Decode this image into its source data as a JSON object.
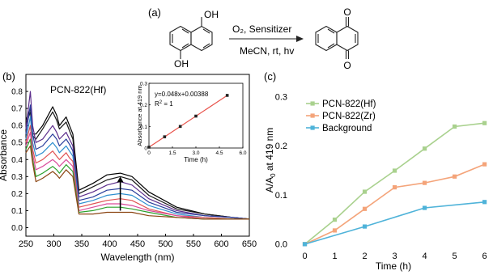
{
  "scheme": {
    "panel_label": "(a)",
    "reactant_oh_top": "OH",
    "reactant_oh_bottom": "OH",
    "product_o_top": "O",
    "product_o_bottom": "O",
    "arrow_above": "O₂, Sensitizer",
    "arrow_below": "MeCN, rt, hv"
  },
  "colors": {
    "hf": "#a9d18e",
    "zr": "#f4a47a",
    "background": "#4fb3d9",
    "fit_line": "#e8524a",
    "fit_marker": "#222222"
  },
  "chart_data": [
    {
      "panel_label": "(b)",
      "type": "line",
      "title": "PCN-822(Hf)",
      "xlabel": "Wavelength (nm)",
      "ylabel": "Absorbance",
      "xlim": [
        250,
        650
      ],
      "ylim": [
        -0.05,
        0.9
      ],
      "xticks": [
        "250",
        "300",
        "350",
        "400",
        "450",
        "500",
        "550",
        "600",
        "650"
      ],
      "yticks": [
        "0.0",
        "0.1",
        "0.2",
        "0.3",
        "0.4",
        "0.5",
        "0.6",
        "0.7",
        "0.8"
      ],
      "grid": false,
      "arrow_annotation": {
        "x": 419,
        "y_from": 0.1,
        "y_to": 0.3
      },
      "series_colors": [
        "#000000",
        "#1a1a1a",
        "#5d2e8c",
        "#2a3f9c",
        "#2e8fcf",
        "#e05454",
        "#d94a9a",
        "#2ca02c",
        "#8b4513"
      ],
      "series": [
        {
          "x": [
            250,
            258,
            262,
            268,
            280,
            298,
            305,
            310,
            322,
            328,
            334,
            345,
            370,
            395,
            419,
            440,
            470,
            520,
            570,
            620,
            650
          ],
          "y": [
            0.63,
            0.7,
            0.55,
            0.55,
            0.6,
            0.71,
            0.66,
            0.6,
            0.65,
            0.6,
            0.55,
            0.22,
            0.26,
            0.31,
            0.32,
            0.3,
            0.21,
            0.12,
            0.08,
            0.06,
            0.05
          ]
        },
        {
          "x": [
            250,
            258,
            262,
            268,
            280,
            298,
            305,
            310,
            322,
            328,
            334,
            345,
            370,
            395,
            419,
            440,
            470,
            520,
            570,
            620,
            650
          ],
          "y": [
            0.6,
            0.68,
            0.54,
            0.52,
            0.58,
            0.68,
            0.63,
            0.58,
            0.62,
            0.57,
            0.52,
            0.2,
            0.24,
            0.28,
            0.3,
            0.28,
            0.19,
            0.11,
            0.08,
            0.06,
            0.05
          ]
        },
        {
          "x": [
            250,
            258,
            262,
            268,
            280,
            298,
            305,
            310,
            322,
            328,
            334,
            345,
            370,
            395,
            419,
            440,
            470,
            520,
            570,
            620,
            650
          ],
          "y": [
            0.58,
            0.8,
            0.6,
            0.5,
            0.52,
            0.6,
            0.56,
            0.52,
            0.56,
            0.52,
            0.48,
            0.18,
            0.21,
            0.25,
            0.27,
            0.25,
            0.17,
            0.1,
            0.07,
            0.06,
            0.05
          ]
        },
        {
          "x": [
            250,
            258,
            262,
            268,
            280,
            298,
            305,
            310,
            322,
            328,
            334,
            345,
            370,
            395,
            419,
            440,
            470,
            520,
            570,
            620,
            650
          ],
          "y": [
            0.55,
            0.72,
            0.55,
            0.46,
            0.48,
            0.55,
            0.52,
            0.48,
            0.52,
            0.49,
            0.45,
            0.16,
            0.18,
            0.22,
            0.23,
            0.22,
            0.15,
            0.09,
            0.07,
            0.06,
            0.05
          ]
        },
        {
          "x": [
            250,
            258,
            262,
            268,
            280,
            298,
            305,
            310,
            322,
            328,
            334,
            345,
            370,
            395,
            419,
            440,
            470,
            520,
            570,
            620,
            650
          ],
          "y": [
            0.52,
            0.65,
            0.5,
            0.42,
            0.44,
            0.5,
            0.47,
            0.44,
            0.48,
            0.45,
            0.42,
            0.14,
            0.16,
            0.19,
            0.2,
            0.19,
            0.13,
            0.08,
            0.06,
            0.05,
            0.05
          ]
        },
        {
          "x": [
            250,
            258,
            262,
            268,
            280,
            298,
            305,
            310,
            322,
            328,
            334,
            345,
            370,
            395,
            419,
            440,
            470,
            520,
            570,
            620,
            650
          ],
          "y": [
            0.5,
            0.6,
            0.46,
            0.38,
            0.4,
            0.45,
            0.42,
            0.4,
            0.44,
            0.41,
            0.39,
            0.12,
            0.14,
            0.16,
            0.17,
            0.16,
            0.11,
            0.07,
            0.06,
            0.05,
            0.05
          ]
        },
        {
          "x": [
            250,
            258,
            262,
            268,
            280,
            298,
            305,
            310,
            322,
            328,
            334,
            345,
            370,
            395,
            419,
            440,
            470,
            520,
            570,
            620,
            650
          ],
          "y": [
            0.48,
            0.56,
            0.43,
            0.34,
            0.36,
            0.4,
            0.38,
            0.36,
            0.4,
            0.38,
            0.36,
            0.1,
            0.12,
            0.14,
            0.14,
            0.13,
            0.1,
            0.07,
            0.05,
            0.05,
            0.05
          ]
        },
        {
          "x": [
            250,
            258,
            262,
            268,
            280,
            298,
            305,
            310,
            322,
            328,
            334,
            345,
            370,
            395,
            419,
            440,
            470,
            520,
            570,
            620,
            650
          ],
          "y": [
            0.46,
            0.52,
            0.4,
            0.3,
            0.32,
            0.36,
            0.34,
            0.32,
            0.37,
            0.35,
            0.33,
            0.09,
            0.1,
            0.12,
            0.12,
            0.11,
            0.09,
            0.06,
            0.05,
            0.05,
            0.05
          ]
        },
        {
          "x": [
            250,
            258,
            262,
            268,
            280,
            298,
            305,
            310,
            322,
            328,
            334,
            345,
            370,
            395,
            419,
            440,
            470,
            520,
            570,
            620,
            650
          ],
          "y": [
            0.44,
            0.48,
            0.38,
            0.27,
            0.29,
            0.33,
            0.31,
            0.29,
            0.34,
            0.32,
            0.3,
            0.08,
            0.08,
            0.09,
            0.09,
            0.09,
            0.07,
            0.06,
            0.05,
            0.05,
            0.05
          ]
        }
      ],
      "inset": {
        "type": "scatter",
        "xlabel": "Time (h)",
        "ylabel": "Absorbance at 419 nm",
        "xlim": [
          0,
          6
        ],
        "ylim": [
          0,
          0.3
        ],
        "xticks": [
          "0",
          "1.5",
          "3.0",
          "4.5",
          "6.0"
        ],
        "yticks": [
          "0",
          "0.1",
          "0.2",
          "0.3"
        ],
        "equation": "y=0.048x+0.00388",
        "r_squared": "R",
        "r_squared_sup": "2",
        "r_squared_value": " = 1",
        "x": [
          0,
          1,
          2,
          3,
          5
        ],
        "y": [
          0.004,
          0.052,
          0.1,
          0.148,
          0.244
        ],
        "fit": {
          "slope": 0.048,
          "intercept": 0.00388
        }
      }
    },
    {
      "panel_label": "(c)",
      "type": "line",
      "xlabel": "Time (h)",
      "ylabel": "A/A",
      "ylabel_sub": "0",
      "ylabel_suffix": " at 419 nm",
      "xlim": [
        -0.5,
        6.2
      ],
      "ylim": [
        -0.02,
        0.32
      ],
      "xticks": [
        "0",
        "1",
        "2",
        "3",
        "4",
        "5",
        "6"
      ],
      "yticks": [
        "0.0",
        "0.1",
        "0.2",
        "0.3"
      ],
      "grid": false,
      "legend": "top-left",
      "categories": [
        0,
        1,
        2,
        3,
        4,
        5,
        6
      ],
      "series": [
        {
          "name": "PCN-822(Hf)",
          "x": [
            0,
            1,
            2,
            3,
            4,
            5,
            6
          ],
          "y": [
            0.0,
            0.05,
            0.107,
            0.15,
            0.195,
            0.24,
            0.247
          ]
        },
        {
          "name": "PCN-822(Zr)",
          "x": [
            0,
            1,
            2,
            3,
            4,
            5,
            6
          ],
          "y": [
            0.0,
            0.028,
            0.072,
            0.116,
            0.125,
            0.138,
            0.163
          ]
        },
        {
          "name": "Background",
          "x": [
            0,
            2,
            4,
            6
          ],
          "y": [
            0.0,
            0.036,
            0.074,
            0.086
          ]
        }
      ]
    }
  ]
}
